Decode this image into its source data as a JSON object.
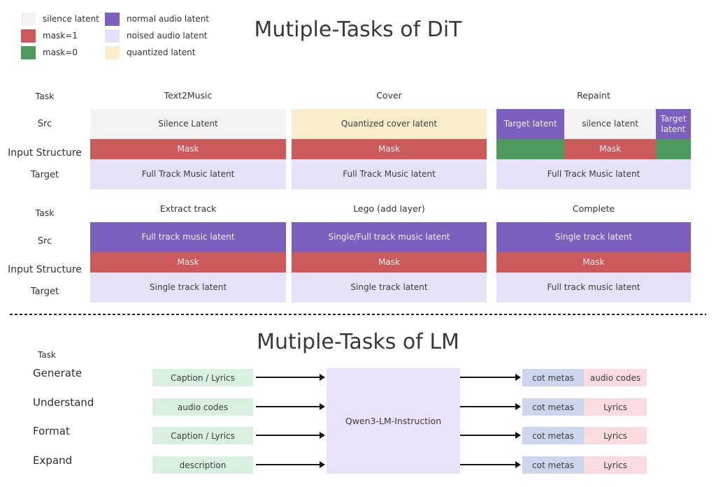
{
  "legend": {
    "items": [
      {
        "label": "silence latent",
        "color": "#f4f3f1"
      },
      {
        "label": "mask=1",
        "color": "#cd5a5b"
      },
      {
        "label": "mask=0",
        "color": "#4e9a5e"
      },
      {
        "label": "normal audio latent",
        "color": "#7d5fbe"
      },
      {
        "label": "noised audio latent",
        "color": "#e7e1f7"
      },
      {
        "label": "quantized latent",
        "color": "#faeeca"
      }
    ]
  },
  "dit": {
    "title": "Mutiple-Tasks of DiT",
    "side_labels": [
      "Task",
      "Src",
      "Input Structure",
      "Target"
    ],
    "banks": [
      {
        "tasks": [
          {
            "name": "Text2Music",
            "src": [
              {
                "label": "Silence Latent",
                "color": "#f4f3f1"
              }
            ],
            "mask": [
              {
                "label": "Mask",
                "color": "#cd5a5b"
              }
            ],
            "target": [
              {
                "label": "Full Track Music latent",
                "color": "#e7e1f7"
              }
            ]
          },
          {
            "name": "Cover",
            "src": [
              {
                "label": "Quantized cover latent",
                "color": "#faeeca"
              }
            ],
            "mask": [
              {
                "label": "Mask",
                "color": "#cd5a5b"
              }
            ],
            "target": [
              {
                "label": "Full Track Music latent",
                "color": "#e7e1f7"
              }
            ]
          },
          {
            "name": "Repaint",
            "src": [
              {
                "label": "Target latent",
                "color": "#7d5fbe"
              },
              {
                "label": "silence latent",
                "color": "#f4f3f1"
              },
              {
                "label": "Target latent",
                "color": "#7d5fbe"
              }
            ],
            "mask": [
              {
                "label": "",
                "color": "#4e9a5e"
              },
              {
                "label": "Mask",
                "color": "#cd5a5b"
              },
              {
                "label": "",
                "color": "#4e9a5e"
              }
            ],
            "target": [
              {
                "label": "Full Track Music latent",
                "color": "#e7e1f7"
              }
            ]
          }
        ]
      },
      {
        "tasks": [
          {
            "name": "Extract track",
            "src": [
              {
                "label": "Full track music latent",
                "color": "#7d5fbe"
              }
            ],
            "mask": [
              {
                "label": "Mask",
                "color": "#cd5a5b"
              }
            ],
            "target": [
              {
                "label": "Single track latent",
                "color": "#e7e1f7"
              }
            ]
          },
          {
            "name": "Lego (add layer)",
            "src": [
              {
                "label": "Single/Full track music latent",
                "color": "#7d5fbe"
              }
            ],
            "mask": [
              {
                "label": "Mask",
                "color": "#cd5a5b"
              }
            ],
            "target": [
              {
                "label": "Single track latent",
                "color": "#e7e1f7"
              }
            ]
          },
          {
            "name": "Complete",
            "src": [
              {
                "label": "Single track latent",
                "color": "#7d5fbe"
              }
            ],
            "mask": [
              {
                "label": "Mask",
                "color": "#cd5a5b"
              }
            ],
            "target": [
              {
                "label": "Full track music latent",
                "color": "#e7e1f7"
              }
            ]
          }
        ]
      }
    ]
  },
  "lm": {
    "title": "Mutiple-Tasks of LM",
    "task_header": "Task",
    "model": {
      "label": "Qwen3-LM-Instruction",
      "color": "#ebe2fa"
    },
    "rows": [
      {
        "task": "Generate",
        "input": {
          "label": "Caption / Lyrics",
          "color": "#d9f0e1"
        },
        "outputs": [
          {
            "label": "cot metas",
            "color": "#cbd6ee"
          },
          {
            "label": "audio codes",
            "color": "#fadbdf"
          }
        ]
      },
      {
        "task": "Understand",
        "input": {
          "label": "audio codes",
          "color": "#d9f0e1"
        },
        "outputs": [
          {
            "label": "cot metas",
            "color": "#cbd6ee"
          },
          {
            "label": "Lyrics",
            "color": "#fadbdf"
          }
        ]
      },
      {
        "task": "Format",
        "input": {
          "label": "Caption / Lyrics",
          "color": "#d9f0e1"
        },
        "outputs": [
          {
            "label": "cot metas",
            "color": "#cbd6ee"
          },
          {
            "label": "Lyrics",
            "color": "#fadbdf"
          }
        ]
      },
      {
        "task": "Expand",
        "input": {
          "label": "description",
          "color": "#d9f0e1"
        },
        "outputs": [
          {
            "label": "cot metas",
            "color": "#cbd6ee"
          },
          {
            "label": "Lyrics",
            "color": "#fadbdf"
          }
        ]
      }
    ]
  }
}
